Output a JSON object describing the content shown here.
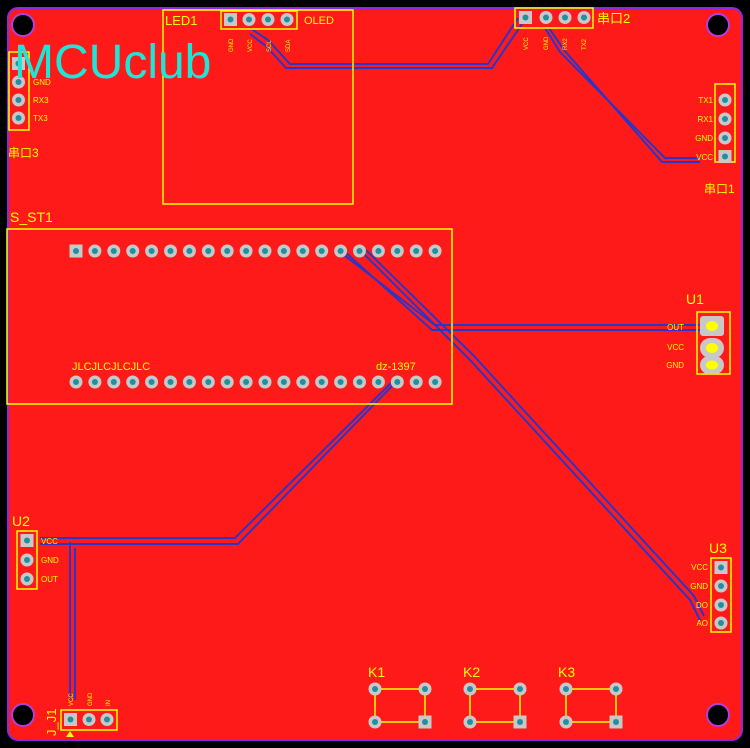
{
  "board_name": "MCUclub",
  "colors": {
    "background": "#000000",
    "copper_pour": "#ff1a1a",
    "board_outline": "#8a2be2",
    "silkscreen": "#ffff00",
    "trace": "#2b35c8",
    "pad": "#c8c8c8",
    "pad_hole": "#2090a0",
    "logo": "#1ee6d6"
  },
  "labels": {
    "led1": "LED1",
    "oled": "OLED",
    "serial2": "串口2",
    "serial3": "串口3",
    "serial1": "串口1",
    "s_st1": "S_ST1",
    "u1": "U1",
    "u2": "U2",
    "u3": "U3",
    "j1": "J_J1",
    "k1": "K1",
    "k2": "K2",
    "k3": "K3",
    "jlc": "JLCJLCJLCJLC",
    "dz": "dz-1397"
  },
  "pin_labels": {
    "serial3": [
      "GND",
      "RX3",
      "TX3"
    ],
    "serial1": [
      "TX1",
      "RX1",
      "GND",
      "VCC"
    ],
    "serial2": [
      "VCC",
      "GND",
      "RX2",
      "TX2"
    ],
    "oled": [
      "GND",
      "VCC",
      "SCL",
      "SDA"
    ],
    "u1": [
      "OUT",
      "VCC",
      "GND"
    ],
    "u2": [
      "VCC",
      "GND",
      "OUT"
    ],
    "u3": [
      "VCC",
      "GND",
      "DO",
      "AO"
    ],
    "j1": [
      "VCC",
      "GND",
      "IN"
    ]
  }
}
